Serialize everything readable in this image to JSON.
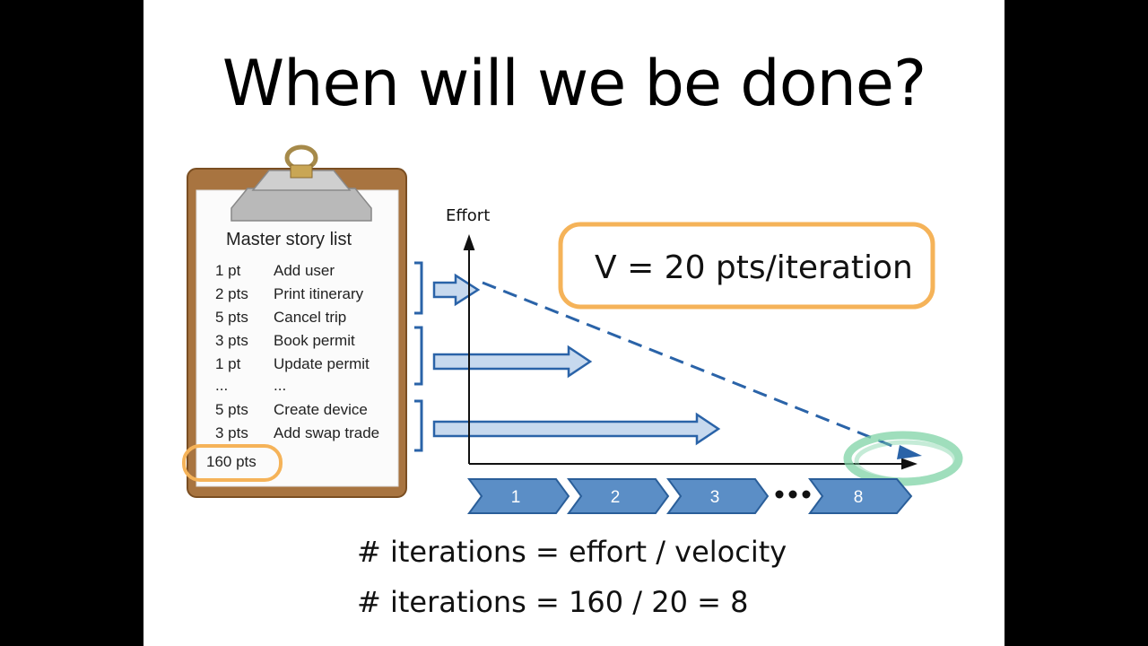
{
  "title": "When will we be done?",
  "clipboard": {
    "heading": "Master story list",
    "stories": [
      {
        "points": "1 pt",
        "name": "Add user"
      },
      {
        "points": "2 pts",
        "name": "Print itinerary"
      },
      {
        "points": "5 pts",
        "name": "Cancel trip"
      },
      {
        "points": "3 pts",
        "name": "Book permit"
      },
      {
        "points": "1 pt",
        "name": "Update permit"
      },
      {
        "points": "...",
        "name": "..."
      },
      {
        "points": "5 pts",
        "name": "Create device"
      },
      {
        "points": "3 pts",
        "name": "Add swap trade"
      }
    ],
    "total": "160 pts"
  },
  "chart": {
    "y_label": "Effort",
    "velocity": "V = 20 pts/iteration",
    "iterations": [
      "1",
      "2",
      "3",
      "8"
    ]
  },
  "formulas": {
    "line1": "# iterations = effort / velocity",
    "line2": "# iterations = 160 / 20 = 8"
  },
  "colors": {
    "accent_orange": "#f5b359",
    "arrow_blue": "#2a63a8",
    "arrow_fill": "#c7d9ee",
    "iteration_fill": "#5b8ec6",
    "highlight_green": "#7fd3a6"
  }
}
